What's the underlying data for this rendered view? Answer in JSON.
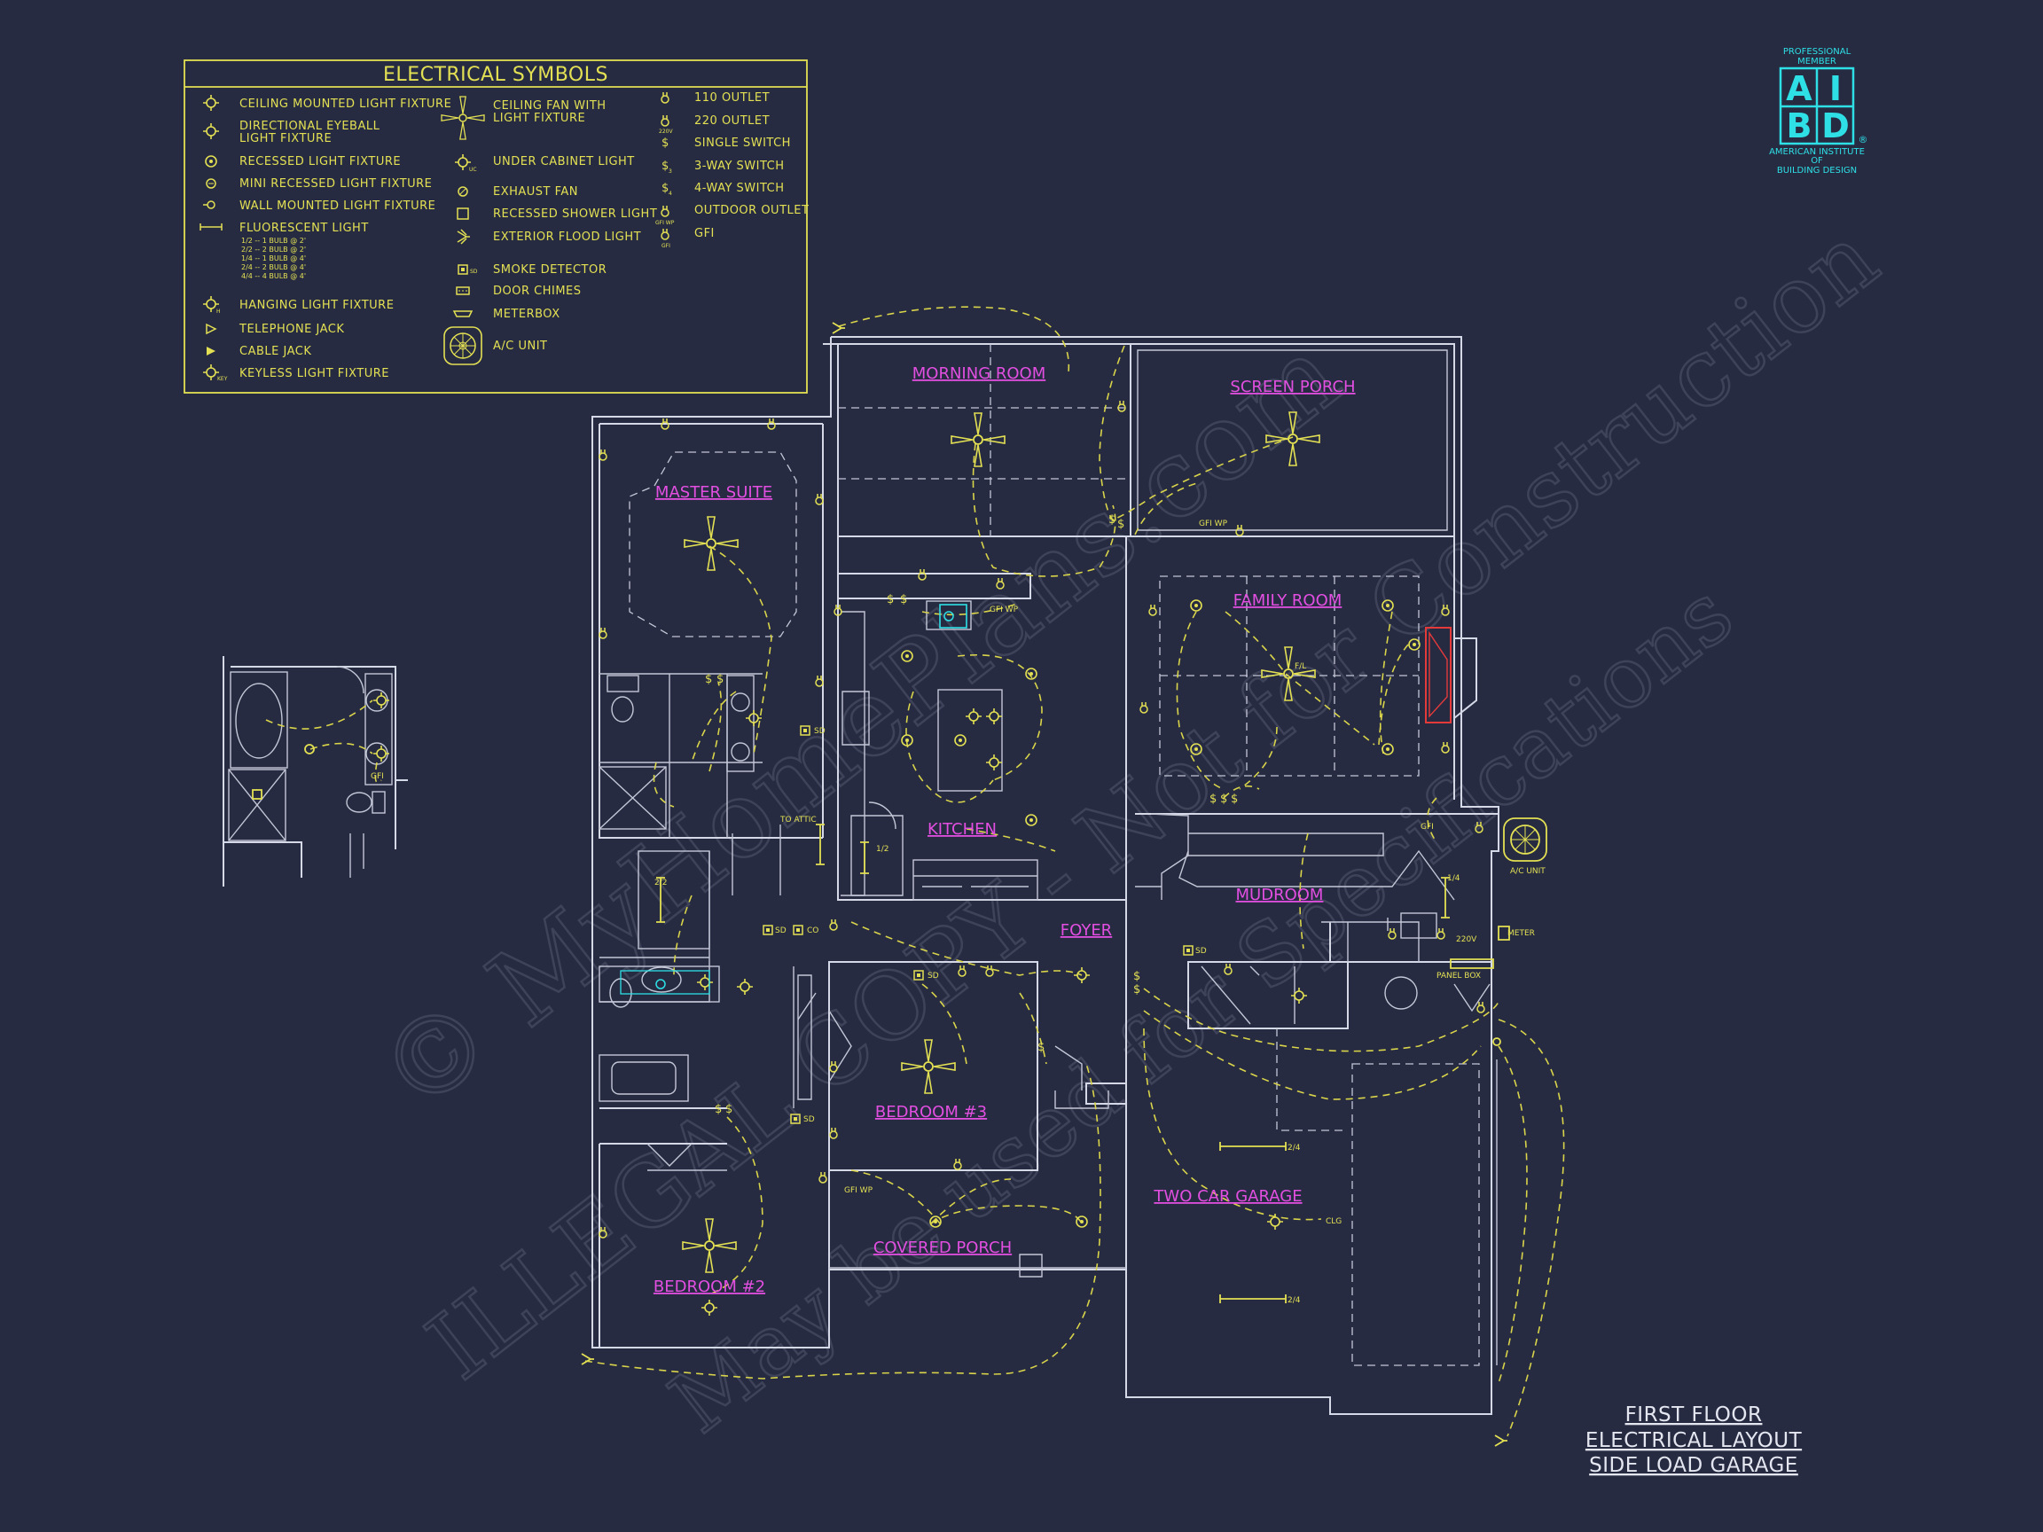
{
  "legend": {
    "title": "ELECTRICAL SYMBOLS",
    "col1": [
      {
        "icon": "ceiling-light-icon",
        "label": "CEILING MOUNTED LIGHT FIXTURE"
      },
      {
        "icon": "eyeball-light-icon",
        "label": "DIRECTIONAL EYEBALL",
        "label2": "LIGHT FIXTURE"
      },
      {
        "icon": "recessed-light-icon",
        "label": "RECESSED LIGHT FIXTURE"
      },
      {
        "icon": "mini-recessed-light-icon",
        "label": "MINI RECESSED LIGHT FIXTURE"
      },
      {
        "icon": "wall-light-icon",
        "label": "WALL MOUNTED LIGHT FIXTURE"
      },
      {
        "icon": "fluorescent-light-icon",
        "label": "FLUORESCENT LIGHT"
      },
      {
        "icon": "hanging-light-icon",
        "label": "HANGING LIGHT FIXTURE"
      },
      {
        "icon": "telephone-jack-icon",
        "label": "TELEPHONE JACK"
      },
      {
        "icon": "cable-jack-icon",
        "label": "CABLE JACK"
      },
      {
        "icon": "keyless-light-icon",
        "label": "KEYLESS LIGHT FIXTURE"
      }
    ],
    "fluorescent_notes": [
      "1/2 -- 1 BULB @ 2'",
      "2/2 -- 2 BULB @ 2'",
      "1/4 -- 1 BULB @ 4'",
      "2/4 -- 2 BULB @ 4'",
      "4/4 -- 4 BULB @ 4'"
    ],
    "col2": [
      {
        "icon": "ceiling-fan-icon",
        "label": "CEILING FAN WITH",
        "label2": "LIGHT FIXTURE"
      },
      {
        "icon": "under-cabinet-light-icon",
        "label": "UNDER CABINET LIGHT"
      },
      {
        "icon": "exhaust-fan-icon",
        "label": "EXHAUST FAN"
      },
      {
        "icon": "recessed-shower-light-icon",
        "label": "RECESSED SHOWER LIGHT"
      },
      {
        "icon": "flood-light-icon",
        "label": "EXTERIOR FLOOD LIGHT"
      },
      {
        "icon": "smoke-detector-icon",
        "label": "SMOKE DETECTOR"
      },
      {
        "icon": "door-chimes-icon",
        "label": "DOOR CHIMES"
      },
      {
        "icon": "meterbox-icon",
        "label": "METERBOX"
      },
      {
        "icon": "ac-unit-icon",
        "label": "A/C UNIT"
      }
    ],
    "col3": [
      {
        "icon": "outlet-110-icon",
        "label": "110 OUTLET"
      },
      {
        "icon": "outlet-220-icon",
        "label": "220 OUTLET"
      },
      {
        "icon": "single-switch-icon",
        "label": "SINGLE SWITCH"
      },
      {
        "icon": "3way-switch-icon",
        "label": "3-WAY SWITCH"
      },
      {
        "icon": "4way-switch-icon",
        "label": "4-WAY SWITCH"
      },
      {
        "icon": "outdoor-outlet-icon",
        "label": "OUTDOOR OUTLET"
      },
      {
        "icon": "gfi-icon",
        "label": "GFI"
      }
    ]
  },
  "logo": {
    "top1": "PROFESSIONAL",
    "top2": "MEMBER",
    "letters": [
      "A",
      "I",
      "B",
      "D"
    ],
    "bottom1": "AMERICAN INSTITUTE",
    "bottom2": "OF",
    "bottom3": "BUILDING DESIGN",
    "reg": "®"
  },
  "rooms": {
    "morning_room": "MORNING ROOM",
    "screen_porch": "SCREEN PORCH",
    "master_suite": "MASTER SUITE",
    "family_room": "FAMILY ROOM",
    "kitchen": "KITCHEN",
    "mudroom": "MUDROOM",
    "foyer": "FOYER",
    "bedroom3": "BEDROOM #3",
    "bedroom2": "BEDROOM #2",
    "covered_porch": "COVERED PORCH",
    "garage": "TWO CAR GARAGE"
  },
  "notes": {
    "to_attic": "TO ATTIC",
    "ac_unit": "A/C UNIT",
    "meter": "METER",
    "panel_box": "PANEL BOX",
    "v220": "220V",
    "sd": "SD",
    "co": "CO",
    "gfi": "GFI",
    "gfi_wp": "GFI WP",
    "clg": "CLG",
    "f24": "2/4",
    "f14": "1/4",
    "f22": "2/2",
    "f12": "1/2",
    "fl": "F/L"
  },
  "title_block": {
    "line1": "FIRST FLOOR",
    "line2": "ELECTRICAL LAYOUT",
    "line3": "SIDE LOAD GARAGE"
  },
  "watermark": {
    "line1": "© MyHomePlans.com",
    "line2": "ILLEGAL COPY - Not for Construction",
    "line3": "May be used for Specifications"
  }
}
